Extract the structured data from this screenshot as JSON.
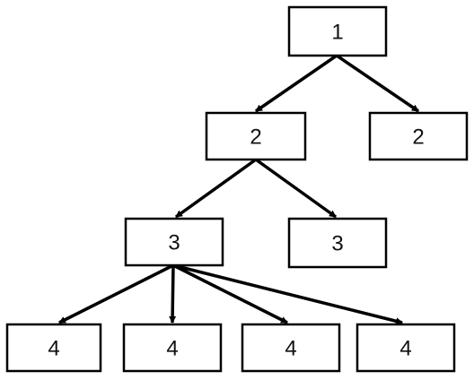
{
  "colors": {
    "stroke": "#000000",
    "fill": "#ffffff",
    "text": "#111111"
  },
  "nodes": [
    {
      "id": "n1",
      "label": "1",
      "level": 1
    },
    {
      "id": "n2a",
      "label": "2",
      "level": 2
    },
    {
      "id": "n2b",
      "label": "2",
      "level": 2
    },
    {
      "id": "n3a",
      "label": "3",
      "level": 3
    },
    {
      "id": "n3b",
      "label": "3",
      "level": 3
    },
    {
      "id": "n4a",
      "label": "4",
      "level": 4
    },
    {
      "id": "n4b",
      "label": "4",
      "level": 4
    },
    {
      "id": "n4c",
      "label": "4",
      "level": 4
    },
    {
      "id": "n4d",
      "label": "4",
      "level": 4
    }
  ],
  "edges": [
    {
      "from": "n1",
      "to": "n2a"
    },
    {
      "from": "n1",
      "to": "n2b"
    },
    {
      "from": "n2a",
      "to": "n3a"
    },
    {
      "from": "n2a",
      "to": "n3b"
    },
    {
      "from": "n3a",
      "to": "n4a"
    },
    {
      "from": "n3a",
      "to": "n4b"
    },
    {
      "from": "n3a",
      "to": "n4c"
    },
    {
      "from": "n3a",
      "to": "n4d"
    }
  ]
}
